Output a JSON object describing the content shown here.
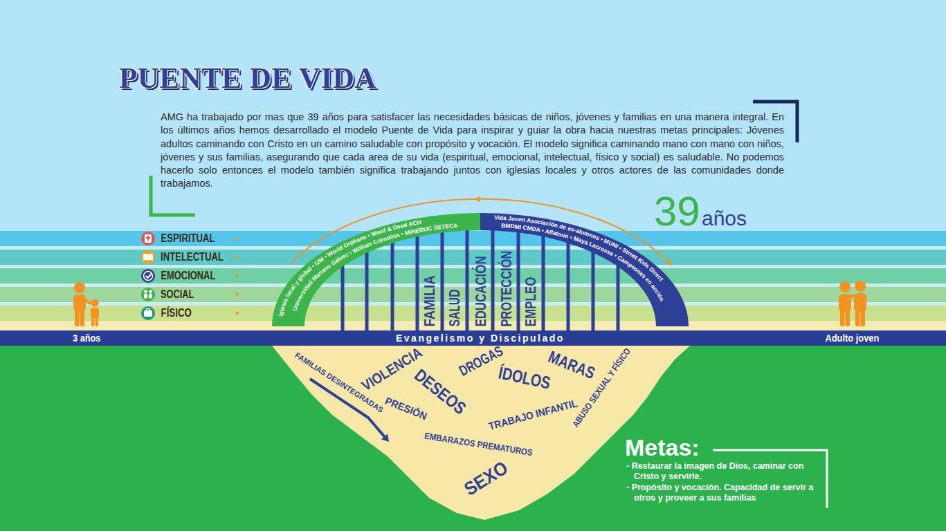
{
  "diagram": {
    "title": "PUENTE DE VIDA",
    "nodes": [
      {
        "text": [
          "ESPIRITUAL"
        ]
      },
      {
        "text": [
          "INTELECTUAL"
        ]
      },
      {
        "text": [
          "EMOCIONAL"
        ]
      },
      {
        "text": [
          "SOCIAL"
        ]
      },
      {
        "text": [
          "FÍSICO"
        ]
      },
      {
        "text": [
          "Iglesia local y global • IJM • World Orphans • Word & Deed ACH",
          "Universidad Mariano Gálvez • William Cornelius • MINEDUC SETECA"
        ]
      },
      {
        "text": [
          "Vida Joven Asociación de ex-alumnos • MUNI • Street Kids Direct",
          "BMDMI CMDA • Aflatoun • Maya Lacrosse • Campeones en acción"
        ]
      },
      {
        "text": [
          "FAMILIA"
        ]
      },
      {
        "text": [
          "SALUD"
        ]
      },
      {
        "text": [
          "EDUCACIÓN"
        ]
      },
      {
        "text": [
          "PROTECCIÓN"
        ]
      },
      {
        "text": [
          "EMPLEO"
        ]
      },
      {
        "text": [
          "3 años",
          "Evangelismo y Discipulado",
          "Adulto joven"
        ]
      },
      {
        "text": [
          "FAMILIAS DESINTEGRADAS",
          "VIOLENCIA",
          "DESEOS",
          "DROGAS",
          "ÍDOLOS",
          "MARAS",
          "PRESIÓN",
          "TRABAJO INFANTIL",
          "ABUSO SEXUAL Y FÍSICO",
          "EMBARAZOS PREMATUROS",
          "SEXO"
        ]
      },
      {
        "text": [
          "Metas:",
          "- Restaurar la imagen de Dios, caminar con Cristo y servirle.",
          "- Propósito y vocación. Capacidad de servir a otros y proveer a sus familias"
        ]
      }
    ],
    "labels": [
      "AMG ha trabajado por mas que 39 años para satisfacer las necesidades básicas de niños, jóvenes y familias en una manera integral. En los últimos años hemos desarrollado el modelo Puente de Vida para inspirar y guiar la obra hacia nuestras metas principales: Jóvenes adultos caminando con Cristo en un camino saludable con propósito y vocación. El modelo significa caminando mano con mano con niños, jóvenes y sus familias, asegurando que cada area de su vida (espiritual, emocional, intelectual, físico y social) es saludable. No podemos hacerlo solo entonces el modelo también significa trabajando juntos con iglesias locales y otros actores de las comunidades donde trabajamos.",
      "39",
      "años"
    ]
  }
}
